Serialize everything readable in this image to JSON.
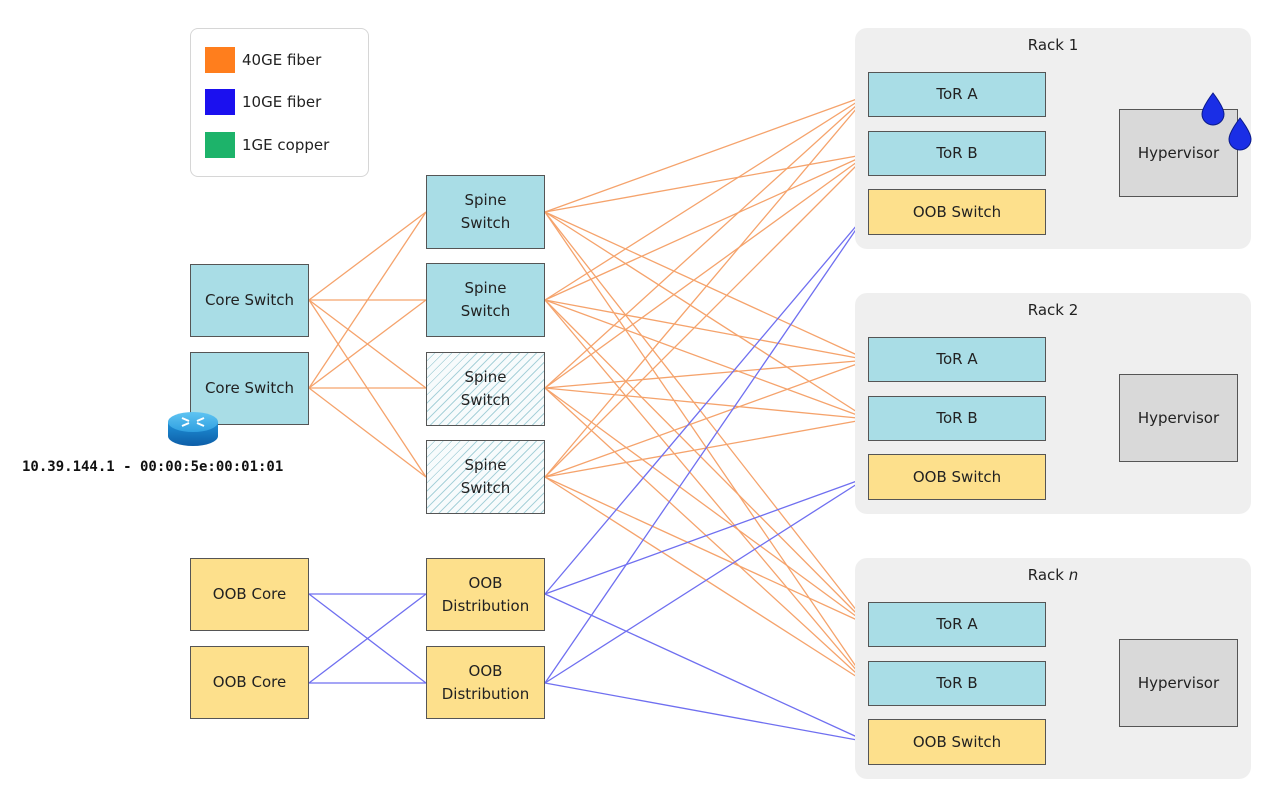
{
  "legend": {
    "items": [
      {
        "label": "40GE fiber",
        "color": "#ff7e1d"
      },
      {
        "label": "10GE fiber",
        "color": "#1b10ef"
      },
      {
        "label": "1GE copper",
        "color": "#1db36a"
      }
    ]
  },
  "colors": {
    "fiber40": "#f5a36c",
    "fiber10": "#6f6ff0",
    "copper1": "#58c69b"
  },
  "racks": [
    {
      "title": "Rack 1",
      "tor_a": "ToR A",
      "tor_b": "ToR B",
      "oob": "OOB Switch",
      "hypervisor": "Hypervisor"
    },
    {
      "title": "Rack 2",
      "tor_a": "ToR A",
      "tor_b": "ToR B",
      "oob": "OOB Switch",
      "hypervisor": "Hypervisor"
    },
    {
      "title_prefix": "Rack ",
      "title_italic": "n",
      "tor_a": "ToR A",
      "tor_b": "ToR B",
      "oob": "OOB Switch",
      "hypervisor": "Hypervisor"
    }
  ],
  "core": [
    "Core Switch",
    "Core Switch"
  ],
  "spine": [
    {
      "line1": "Spine",
      "line2": "Switch",
      "style": "solid"
    },
    {
      "line1": "Spine",
      "line2": "Switch",
      "style": "solid"
    },
    {
      "line1": "Spine",
      "line2": "Switch",
      "style": "hatched"
    },
    {
      "line1": "Spine",
      "line2": "Switch",
      "style": "hatched"
    }
  ],
  "oob_core": [
    "OOB Core",
    "OOB Core"
  ],
  "oob_distribution": [
    {
      "line1": "OOB",
      "line2": "Distribution"
    },
    {
      "line1": "OOB",
      "line2": "Distribution"
    }
  ],
  "router": {
    "label": "10.39.144.1 - 00:00:5e:00:01:01",
    "icon": "router-icon"
  },
  "badges": {
    "icon": "water-drop-icon",
    "color": "#1a2ee6"
  }
}
